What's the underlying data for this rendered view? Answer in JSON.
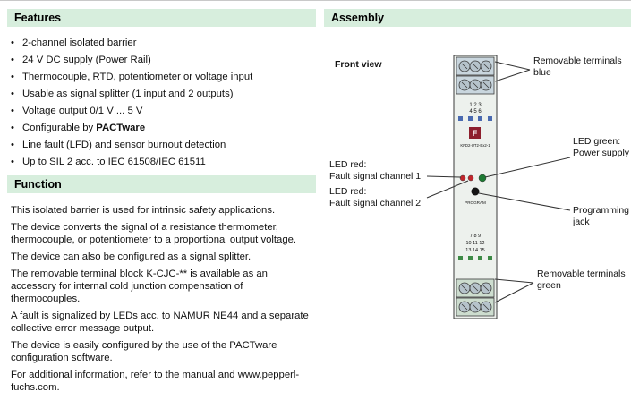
{
  "features": {
    "title": "Features",
    "items": [
      "2-channel isolated barrier",
      "24 V DC supply (Power Rail)",
      "Thermocouple, RTD, potentiometer or voltage input",
      "Usable as signal splitter (1 input and 2 outputs)",
      "Voltage output 0/1 V ... 5 V",
      {
        "prefix": "Configurable by ",
        "bold": "PACTware"
      },
      "Line fault (LFD) and sensor burnout detection",
      "Up to SIL 2 acc. to IEC 61508/IEC 61511"
    ]
  },
  "function": {
    "title": "Function",
    "paragraphs": [
      "This isolated barrier is used for intrinsic safety applications.",
      "The device converts the signal of a resistance thermometer, thermocouple, or potentiometer to a proportional output voltage.",
      "The device can also be configured as a signal splitter.",
      "The removable terminal block K-CJC-** is available as an accessory for internal cold junction compensation of thermocouples.",
      "A fault is signalized by LEDs acc. to NAMUR NE44 and a separate collective error message output.",
      "The device is easily configured by the use of the PACTware configuration software.",
      "For additional information, refer to the manual and www.pepperl-fuchs.com."
    ]
  },
  "assembly": {
    "title": "Assembly",
    "front_view_label": "Front view",
    "callouts": {
      "terminals_blue": {
        "line1": "Removable terminals",
        "line2": "blue"
      },
      "led_green": {
        "line1": "LED green:",
        "line2": "Power supply"
      },
      "programming_jack": {
        "line1": "Programming jack"
      },
      "terminals_green": {
        "line1": "Removable terminals",
        "line2": "green"
      },
      "led_red_1": {
        "line1": "LED red:",
        "line2": "Fault signal channel 1"
      },
      "led_red_2": {
        "line1": "LED red:",
        "line2": "Fault signal channel 2"
      }
    },
    "device": {
      "model": "KFD2-UT2-Ex2-1",
      "brand_mark": "F",
      "program_label": "PROGRAM",
      "top_numbers_row1": "1  2  3",
      "top_numbers_row2": "4  5  6",
      "bottom_numbers_row1": "7  8  9",
      "bottom_numbers_row2": "10 11 12",
      "bottom_numbers_row3": "13 14 15"
    }
  },
  "colors": {
    "section_header_bg": "#d7eedd",
    "led_red": "#c1272d",
    "led_green": "#1e7a33",
    "terminal_blue": "#4a6ab0",
    "terminal_green": "#3d8a46"
  }
}
